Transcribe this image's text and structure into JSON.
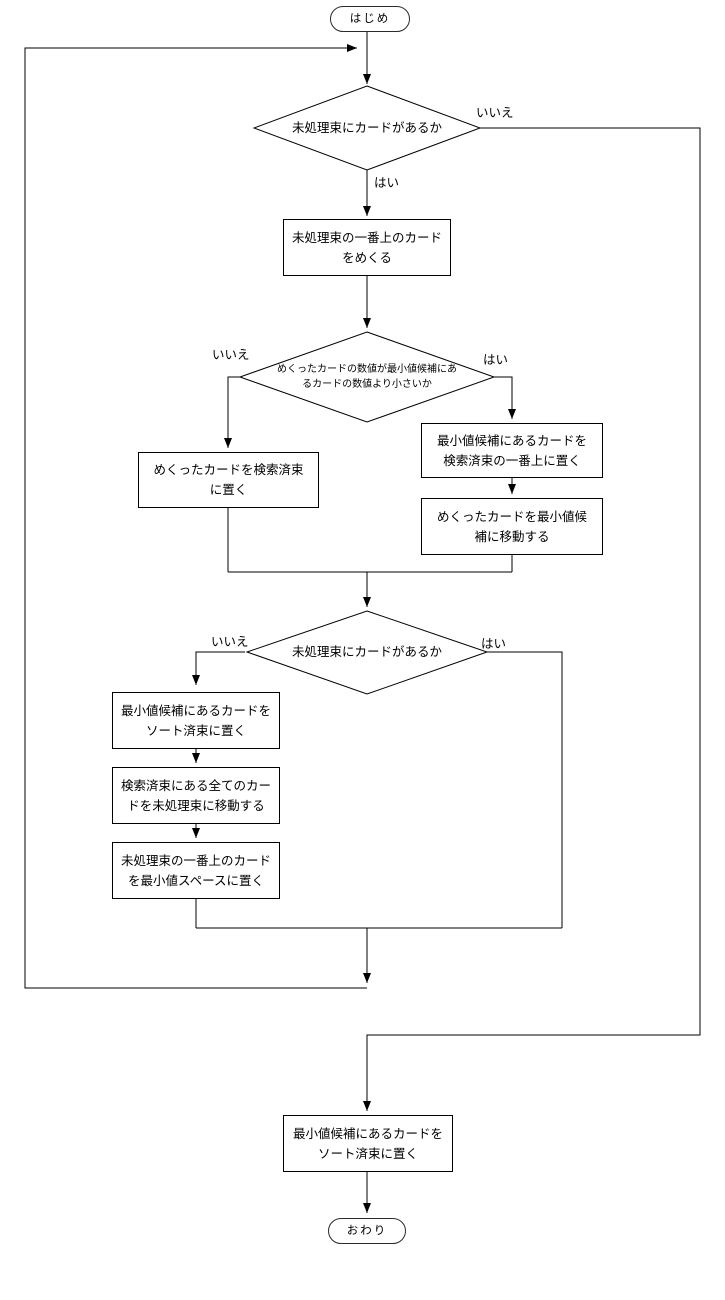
{
  "flowchart": {
    "nodes": [
      {
        "id": "start",
        "type": "terminator",
        "label": "はじめ"
      },
      {
        "id": "d1",
        "type": "decision",
        "label": "未処理束にカードがあるか"
      },
      {
        "id": "p1",
        "type": "process",
        "label": "未処理束の一番上のカード\nをめくる"
      },
      {
        "id": "d2",
        "type": "decision",
        "label": "めくったカードの数値が最小値候補にあ\nるカードの数値より小さいか"
      },
      {
        "id": "p2",
        "type": "process",
        "label": "めくったカードを検索済束\nに置く"
      },
      {
        "id": "p3",
        "type": "process",
        "label": "最小値候補にあるカードを\n検索済束の一番上に置く"
      },
      {
        "id": "p4",
        "type": "process",
        "label": "めくったカードを最小値候\n補に移動する"
      },
      {
        "id": "d3",
        "type": "decision",
        "label": "未処理束にカードがあるか"
      },
      {
        "id": "p5",
        "type": "process",
        "label": "最小値候補にあるカードを\nソート済束に置く"
      },
      {
        "id": "p6",
        "type": "process",
        "label": "検索済束にある全てのカー\nドを未処理束に移動する"
      },
      {
        "id": "p7",
        "type": "process",
        "label": "未処理束の一番上のカード\nを最小値スペースに置く"
      },
      {
        "id": "p8",
        "type": "process",
        "label": "最小値候補にあるカードを\nソート済束に置く"
      },
      {
        "id": "end",
        "type": "terminator",
        "label": "おわり"
      }
    ],
    "edge_labels": {
      "d1_yes": "はい",
      "d1_no": "いいえ",
      "d2_yes": "はい",
      "d2_no": "いいえ",
      "d3_yes": "はい",
      "d3_no": "いいえ"
    },
    "edges": [
      {
        "from": "start",
        "to": "d1"
      },
      {
        "from": "d1",
        "to": "p1",
        "label": "はい"
      },
      {
        "from": "d1",
        "to": "p8",
        "label": "いいえ"
      },
      {
        "from": "p1",
        "to": "d2"
      },
      {
        "from": "d2",
        "to": "p2",
        "label": "いいえ"
      },
      {
        "from": "d2",
        "to": "p3",
        "label": "はい"
      },
      {
        "from": "p3",
        "to": "p4"
      },
      {
        "from": "p2",
        "to": "d3"
      },
      {
        "from": "p4",
        "to": "d3"
      },
      {
        "from": "d3",
        "to": "p5",
        "label": "いいえ"
      },
      {
        "from": "d3",
        "to": "loop-back",
        "label": "はい"
      },
      {
        "from": "p5",
        "to": "p6"
      },
      {
        "from": "p6",
        "to": "p7"
      },
      {
        "from": "p7",
        "to": "loop-back"
      },
      {
        "from": "loop-back",
        "to": "d1"
      },
      {
        "from": "p8",
        "to": "end"
      }
    ],
    "colors": {
      "line": "#000000",
      "node_border": "#000000",
      "node_fill": "#ffffff",
      "text": "#000000"
    }
  }
}
